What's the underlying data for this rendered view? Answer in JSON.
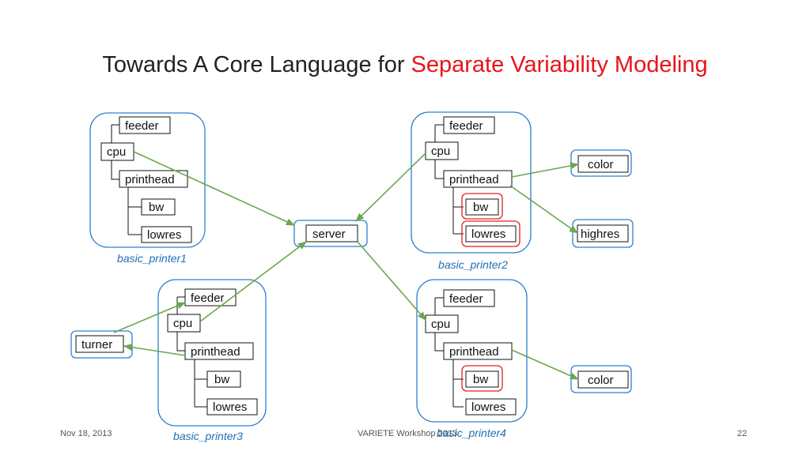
{
  "slide": {
    "title_prefix": "Towards A Core Language for ",
    "title_highlight": "Separate Variability Modeling",
    "highlight_color": "#e8141b"
  },
  "footer": {
    "date": "Nov 18, 2013",
    "center": "VARIETE Workshop 2013",
    "page": "22"
  },
  "diagram": {
    "group_color": "#2e7fd3",
    "edge_color": "#6aa84f",
    "server": "server",
    "turner": "turner",
    "printer1": {
      "caption": "basic_printer1",
      "feeder": "feeder",
      "cpu": "cpu",
      "printhead": "printhead",
      "bw": "bw",
      "lowres": "lowres"
    },
    "printer2": {
      "caption": "basic_printer2",
      "feeder": "feeder",
      "cpu": "cpu",
      "printhead": "printhead",
      "bw": "bw",
      "lowres": "lowres"
    },
    "printer3": {
      "caption": "basic_printer3",
      "feeder": "feeder",
      "cpu": "cpu",
      "printhead": "printhead",
      "bw": "bw",
      "lowres": "lowres"
    },
    "printer4": {
      "caption": "basic_printer4",
      "feeder": "feeder",
      "cpu": "cpu",
      "printhead": "printhead",
      "bw": "bw",
      "lowres": "lowres"
    },
    "color_a": "color",
    "highres": "highres",
    "color_b": "color"
  }
}
